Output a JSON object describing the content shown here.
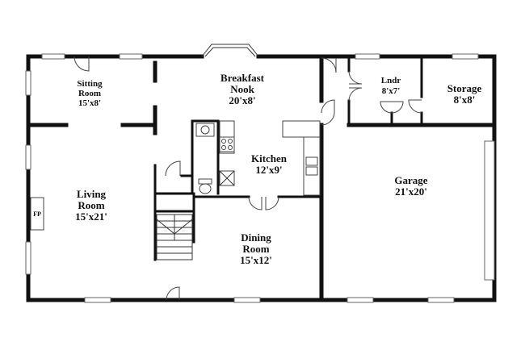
{
  "rooms": {
    "sitting_room": {
      "name": "Sitting Room",
      "name_line1": "Sitting",
      "name_line2": "Room",
      "size": "15'x8'"
    },
    "breakfast_nook": {
      "name_line1": "Breakfast",
      "name_line2": "Nook",
      "size": "20'x8'"
    },
    "laundry": {
      "name": "Lndr",
      "size": "8'x7'"
    },
    "storage": {
      "name": "Storage",
      "size": "8'x8'"
    },
    "kitchen": {
      "name": "Kitchen",
      "size": "12'x9'"
    },
    "garage": {
      "name": "Garage",
      "size": "21'x20'"
    },
    "living_room": {
      "name_line1": "Living",
      "name_line2": "Room",
      "size": "15'x21'"
    },
    "dining_room": {
      "name_line1": "Dining",
      "name_line2": "Room",
      "size": "15'x12'"
    }
  },
  "fireplace": {
    "label": "FP"
  },
  "colors": {
    "wall": "#111111",
    "background": "#ffffff"
  }
}
